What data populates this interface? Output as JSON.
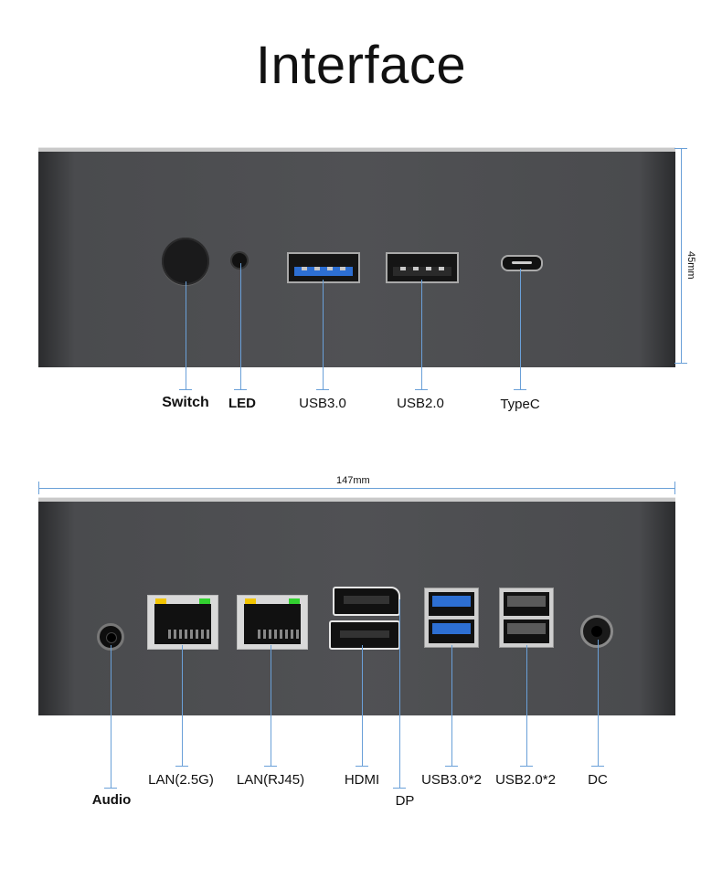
{
  "title": "Interface",
  "front": {
    "labels": {
      "switch": "Switch",
      "led": "LED",
      "usb30": "USB3.0",
      "usb20": "USB2.0",
      "typec": "TypeC"
    },
    "height_dim": "45mm"
  },
  "back": {
    "width_dim": "147mm",
    "labels": {
      "audio": "Audio",
      "lan25": "LAN(2.5G)",
      "lanrj45": "LAN(RJ45)",
      "hdmi": "HDMI",
      "dp": "DP",
      "usb30x2": "USB3.0*2",
      "usb20x2": "USB2.0*2",
      "dc": "DC"
    }
  },
  "colors": {
    "leader": "#6aa0d8",
    "usb3_blue": "#2d6fd3",
    "led_yellow": "#f2c400",
    "led_green": "#32d130"
  }
}
